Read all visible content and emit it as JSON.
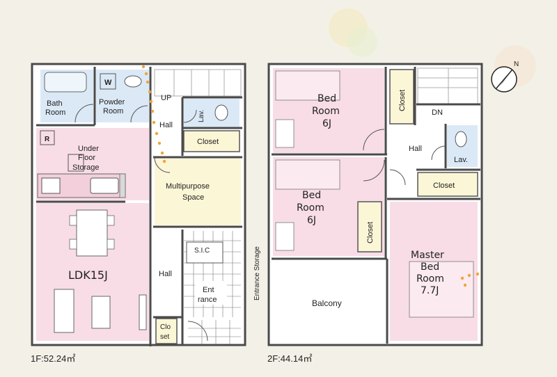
{
  "floor1": {
    "area_label": "1F:52.24㎡",
    "rooms": {
      "bath": [
        "Bath",
        "Room"
      ],
      "powder": [
        "Powder",
        "Room"
      ],
      "w_mark": "W",
      "up": "UP",
      "lav": "Lav.",
      "hall_upper": "Hall",
      "closet": "Closet",
      "r_mark": "R",
      "under_floor": [
        "Under",
        "Floor",
        "Storage"
      ],
      "multipurpose": [
        "Multipurpose",
        "Space"
      ],
      "ldk": "LDK15J",
      "hall_lower": "Hall",
      "sic": "S.I.C",
      "entrance": [
        "Ent",
        "rance"
      ],
      "closet_small": [
        "Clo",
        "set"
      ],
      "entrance_storage": "Entrance Storage"
    }
  },
  "floor2": {
    "area_label": "2F:44.14㎡",
    "rooms": {
      "bed1": [
        "Bed",
        "Room",
        "6J"
      ],
      "closet_top": "Closet",
      "dn": "DN",
      "hall": "Hall",
      "lav": "Lav.",
      "bed2": [
        "Bed",
        "Room",
        "6J"
      ],
      "closet_mid": "Closet",
      "closet_right": "Closet",
      "master": [
        "Master",
        "Bed",
        "Room",
        "7.7J"
      ],
      "balcony": "Balcony"
    }
  },
  "compass": {
    "label": "N",
    "icon": "compass-north-icon"
  },
  "colors": {
    "wall": "#4a4a4a",
    "pink": "#f8dde6",
    "blue": "#dbe9f6",
    "yellow": "#fbf6d6",
    "white": "#ffffff",
    "orange": "#f0a33a"
  }
}
